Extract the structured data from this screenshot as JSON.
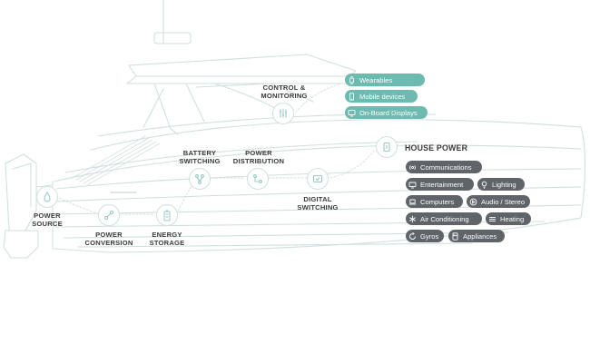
{
  "nodes": {
    "power_source": "POWER\nSOURCE",
    "power_conversion": "POWER\nCONVERSION",
    "energy_storage": "ENERGY\nSTORAGE",
    "battery_switching": "BATTERY\nSWITCHING",
    "power_distribution": "POWER\nDISTRIBUTION",
    "digital_switching": "DIGITAL\nSWITCHING",
    "control_monitoring": "CONTROL &\nMONITORING",
    "house_power": "HOUSE POWER"
  },
  "control_devices": [
    "Wearables",
    "Mobile devices",
    "On-Board Displays"
  ],
  "house_loads": [
    "Communications",
    "Entertainment",
    "Lighting",
    "Computers",
    "Audio / Stereo",
    "Air Conditioning",
    "Heating",
    "Gyros",
    "Appliances"
  ],
  "colors": {
    "teal": "#6dbab0",
    "gray_pill": "#5e6467",
    "line": "#d2dfdf",
    "label": "#3a3a3a"
  },
  "icons": {
    "power_source": "fuel-drop-icon",
    "power_conversion": "conversion-icon",
    "energy_storage": "battery-icon",
    "battery_switching": "switch-icon",
    "power_distribution": "distribution-icon",
    "digital_switching": "digital-switch-icon",
    "control_monitoring": "sliders-icon",
    "house_power": "house-panel-icon"
  }
}
